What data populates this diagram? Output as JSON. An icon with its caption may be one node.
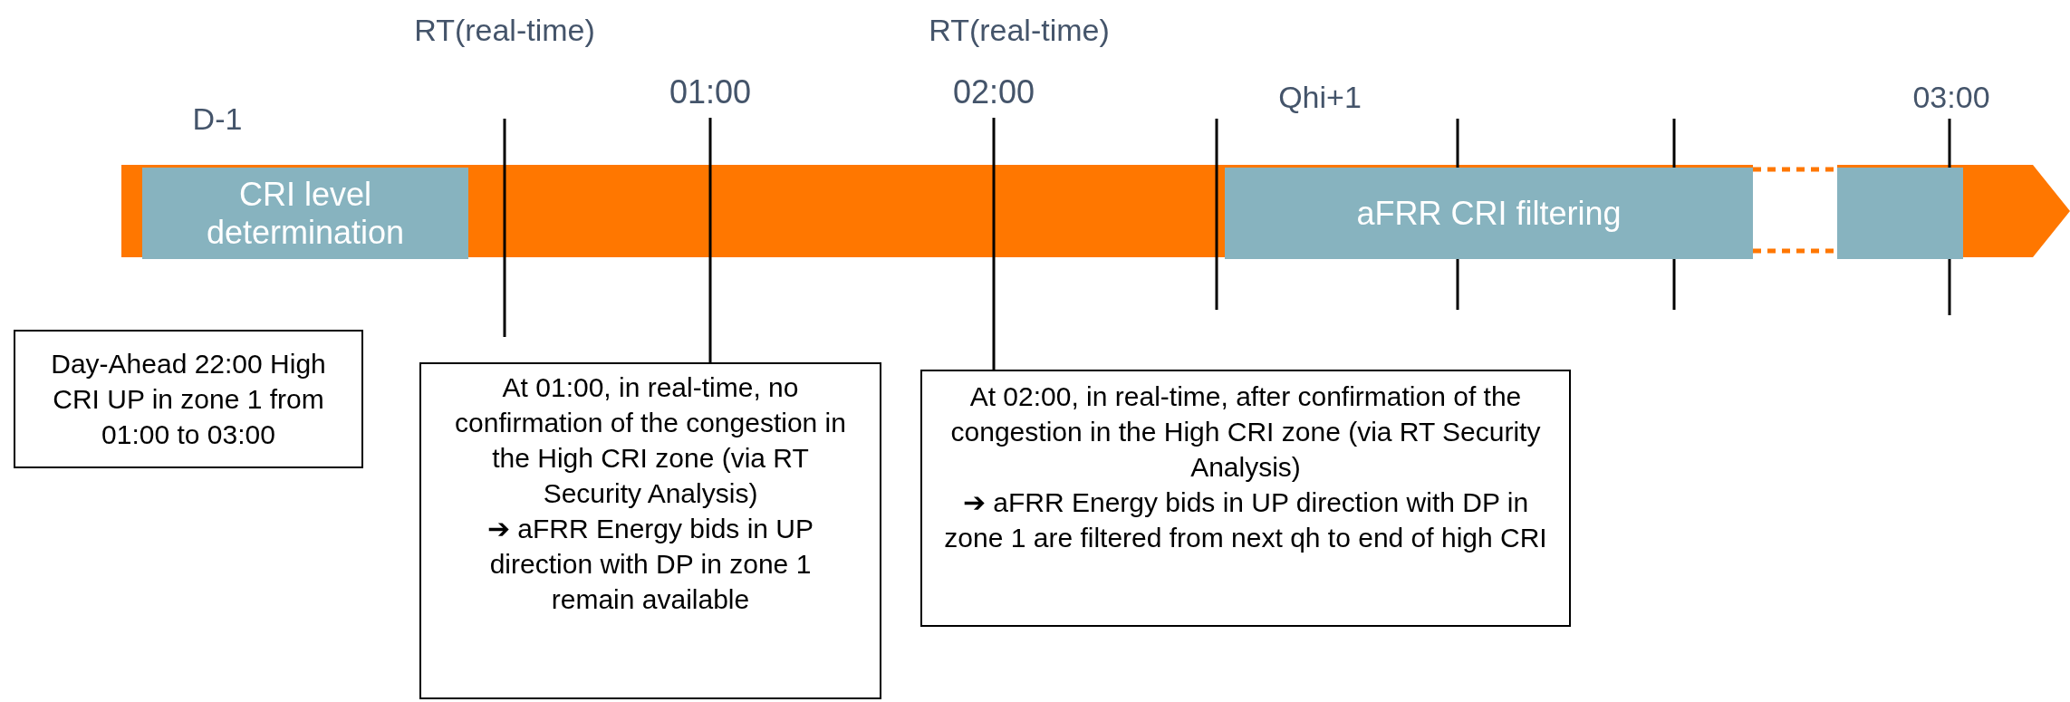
{
  "diagram": {
    "nodes": [
      {
        "text": [],
        "shape": "bar"
      },
      {
        "text": [
          "CRI level determination"
        ],
        "in": 0
      },
      {
        "text": [
          "aFRR CRI filtering"
        ],
        "in": 0
      },
      {
        "text": [],
        "shape": "box",
        "in": 0
      },
      {
        "text": [
          "01:00"
        ]
      },
      {
        "text": [
          "02:00"
        ]
      },
      {
        "text": [
          "Day-Ahead 22:00 High CRI UP in zone 1 from 01:00 to 03:00"
        ]
      },
      {
        "text": [
          "At 01:00, in real-time, no confirmation of the congestion in the High CRI zone (via RT Security Analysis)",
          "➔ aFRR Energy bids in UP direction with DP in zone 1 remain available"
        ]
      },
      {
        "text": [
          "At 02:00, in real-time, after confirmation of the congestion in the High CRI zone (via RT Security Analysis)",
          "➔ aFRR Energy bids in UP direction with DP in zone 1 are filtered from next qh to end of high CRI"
        ]
      }
    ],
    "edges": [
      {
        "from": 4,
        "to": 7,
        "arrow": "none"
      },
      {
        "from": 5,
        "to": 8,
        "arrow": "none"
      },
      {
        "from": 2,
        "to": 3,
        "arrow": "none",
        "style": "dashed",
        "color": "#ff7700"
      },
      {
        "from": 2,
        "to": 3,
        "arrow": "none",
        "style": "dashed",
        "color": "#ff7700"
      }
    ],
    "labels": [
      "RT(real-time)",
      "RT(real-time)",
      "D-1",
      "Qhi+1",
      "03:00"
    ]
  }
}
